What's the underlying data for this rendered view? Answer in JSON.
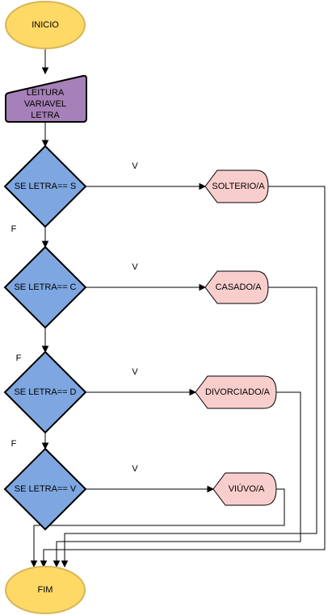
{
  "nodes": {
    "start": {
      "label": "INICIO",
      "fill": "#ffd966",
      "stroke": "#d6b656"
    },
    "read": {
      "lines": [
        "LEITURA",
        "VARIAVEL",
        "LETRA"
      ],
      "fill": "#a680b8",
      "stroke": "#000000"
    },
    "decisions": [
      {
        "label": "SE LETRA== S"
      },
      {
        "label": "SE LETRA== C"
      },
      {
        "label": "SE LETRA== D"
      },
      {
        "label": "SE LETRA== V"
      }
    ],
    "decision_fill": "#7ea6e0",
    "outputs": [
      {
        "label": "SOLTERIO/A"
      },
      {
        "label": "CASADO/A"
      },
      {
        "label": "DIVORCIADO/A"
      },
      {
        "label": "VIÚVO/A"
      }
    ],
    "output_fill": "#f8cecc",
    "end": {
      "label": "FIM",
      "fill": "#ffd966",
      "stroke": "#d6b656"
    }
  },
  "edge_labels": {
    "true_branches": [
      "V",
      "V",
      "V",
      "V"
    ],
    "false_branches": [
      "F",
      "F",
      "F"
    ]
  }
}
